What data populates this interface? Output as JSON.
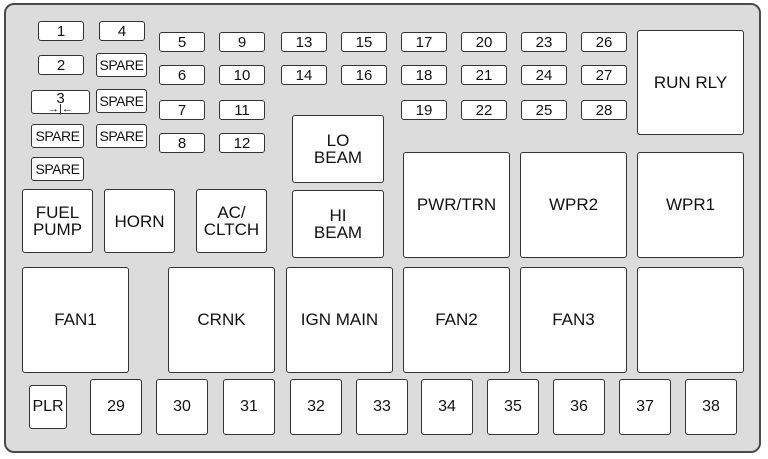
{
  "fuse_box": {
    "mini_fuses": {
      "f1": "1",
      "f4": "4",
      "f2": "2",
      "f3": "3",
      "f3_symbol": "→|←",
      "spare_a": "SPARE",
      "spare_b": "SPARE",
      "spare_c": "SPARE",
      "spare_d": "SPARE",
      "spare_e": "SPARE",
      "f5": "5",
      "f6": "6",
      "f7": "7",
      "f8": "8",
      "f9": "9",
      "f10": "10",
      "f11": "11",
      "f12": "12",
      "f13": "13",
      "f14": "14",
      "f15": "15",
      "f16": "16",
      "f17": "17",
      "f18": "18",
      "f19": "19",
      "f20": "20",
      "f21": "21",
      "f22": "22",
      "f23": "23",
      "f24": "24",
      "f25": "25",
      "f26": "26",
      "f27": "27",
      "f28": "28"
    },
    "relays": {
      "run_rly": "RUN RLY",
      "lo_beam": "LO\nBEAM",
      "hi_beam": "HI\nBEAM",
      "fuel_pump": "FUEL\nPUMP",
      "horn": "HORN",
      "ac_cltch": "AC/\nCLTCH",
      "pwr_trn": "PWR/TRN",
      "wpr2": "WPR2",
      "wpr1": "WPR1",
      "fan1": "FAN1",
      "crnk": "CRNK",
      "ign_main": "IGN MAIN",
      "fan2": "FAN2",
      "fan3": "FAN3",
      "blank": ""
    },
    "bottom_row": {
      "plr": "PLR",
      "f29": "29",
      "f30": "30",
      "f31": "31",
      "f32": "32",
      "f33": "33",
      "f34": "34",
      "f35": "35",
      "f36": "36",
      "f37": "37",
      "f38": "38"
    }
  }
}
